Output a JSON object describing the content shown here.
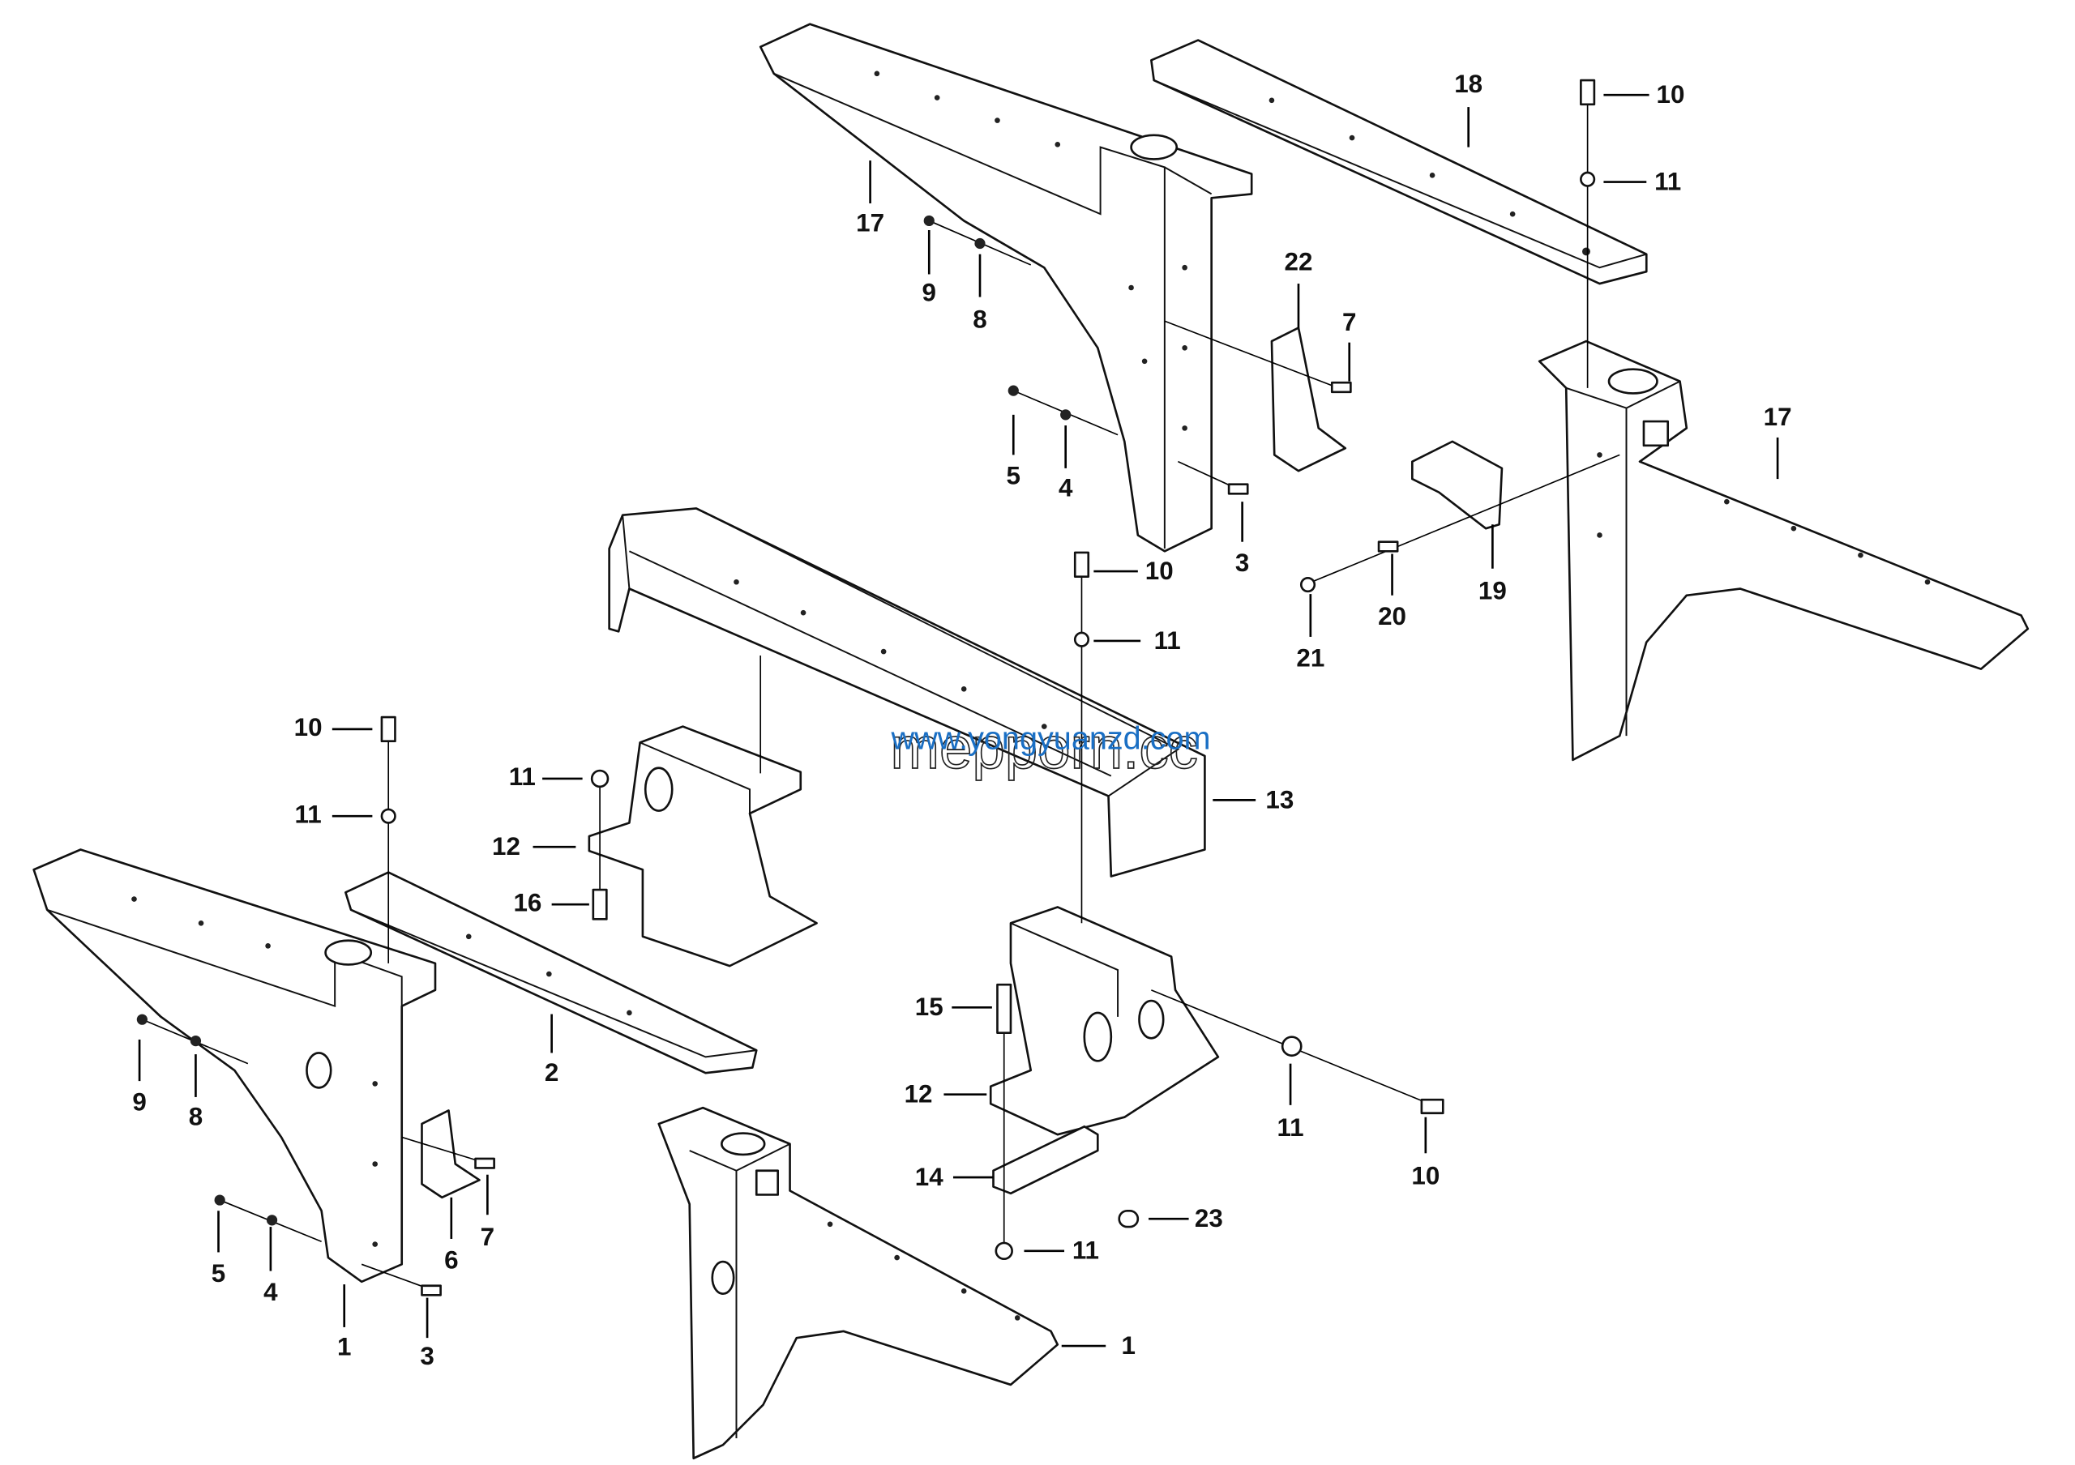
{
  "diagram": {
    "type": "exploded parts diagram",
    "callouts": [
      "17",
      "9",
      "8",
      "18",
      "10",
      "11",
      "22",
      "7",
      "5",
      "4",
      "3",
      "17",
      "10",
      "11",
      "19",
      "20",
      "21",
      "10",
      "11",
      "11",
      "12",
      "13",
      "16",
      "2",
      "15",
      "9",
      "8",
      "12",
      "11",
      "10",
      "7",
      "6",
      "14",
      "23",
      "5",
      "4",
      "11",
      "1",
      "3",
      "1"
    ],
    "watermarks": {
      "url": "www.yongyuanzd.com",
      "overlay": "mepporn.cc"
    },
    "colors": {
      "line": "#111111",
      "watermark": "#1a6fc4"
    }
  }
}
